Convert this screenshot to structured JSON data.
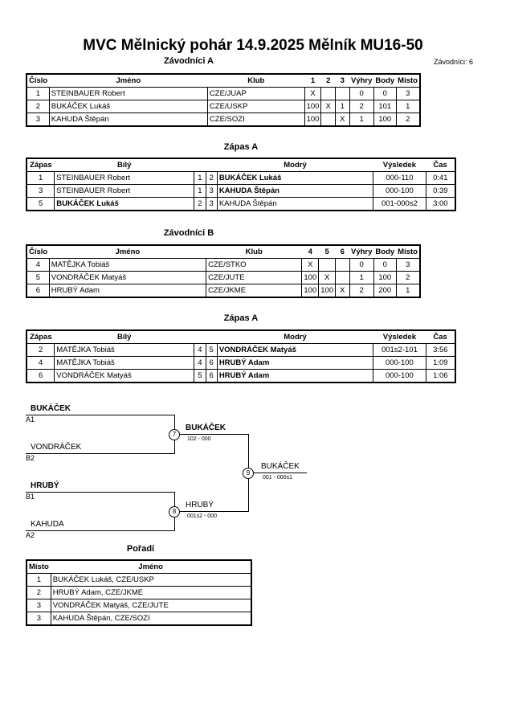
{
  "title": "MVC Mělnický pohár  14.9.2025  Mělník   MU16-50",
  "competitors_note": "Závodníci: 6",
  "pool_a": {
    "title": "Závodníci A",
    "headers": [
      "Číslo",
      "Jméno",
      "Klub",
      "1",
      "2",
      "3",
      "Výhry",
      "Body",
      "Místo"
    ],
    "rows": [
      {
        "num": "1",
        "name": "STEINBAUER Robert",
        "club": "CZE/JUAP",
        "r1": "X",
        "r2": "",
        "r3": "",
        "wins": "0",
        "points": "0",
        "place": "3"
      },
      {
        "num": "2",
        "name": "BUKÁČEK Lukáš",
        "club": "CZE/USKP",
        "r1": "100",
        "r2": "X",
        "r3": "1",
        "wins": "2",
        "points": "101",
        "place": "1"
      },
      {
        "num": "3",
        "name": "KAHUDA Štěpán",
        "club": "CZE/SOZI",
        "r1": "100",
        "r2": "",
        "r3": "X",
        "wins": "1",
        "points": "100",
        "place": "2"
      }
    ]
  },
  "matches_a": {
    "title": "Zápas A",
    "headers": [
      "Zápas",
      "Bílý",
      "",
      "",
      "Modrý",
      "Výsledek",
      "Čas"
    ],
    "rows": [
      {
        "match": "1",
        "white": "STEINBAUER Robert",
        "wn": "1",
        "bn": "2",
        "blue": "BUKÁČEK Lukáš",
        "result": "000-110",
        "time": "0:41",
        "winner": "blue"
      },
      {
        "match": "3",
        "white": "STEINBAUER Robert",
        "wn": "1",
        "bn": "3",
        "blue": "KAHUDA Štěpán",
        "result": "000-100",
        "time": "0:39",
        "winner": "blue"
      },
      {
        "match": "5",
        "white": "BUKÁČEK Lukáš",
        "wn": "2",
        "bn": "3",
        "blue": "KAHUDA Štěpán",
        "result": "001-000s2",
        "time": "3:00",
        "winner": "white"
      }
    ]
  },
  "pool_b": {
    "title": "Závodníci B",
    "headers": [
      "Číslo",
      "Jméno",
      "Klub",
      "4",
      "5",
      "6",
      "Výhry",
      "Body",
      "Místo"
    ],
    "rows": [
      {
        "num": "4",
        "name": "MATĚJKA Tobiáš",
        "club": "CZE/STKO",
        "r1": "X",
        "r2": "",
        "r3": "",
        "wins": "0",
        "points": "0",
        "place": "3"
      },
      {
        "num": "5",
        "name": "VONDRÁČEK Matyáš",
        "club": "CZE/JUTE",
        "r1": "100",
        "r2": "X",
        "r3": "",
        "wins": "1",
        "points": "100",
        "place": "2"
      },
      {
        "num": "6",
        "name": "HRUBÝ Adam",
        "club": "CZE/JKME",
        "r1": "100",
        "r2": "100",
        "r3": "X",
        "wins": "2",
        "points": "200",
        "place": "1"
      }
    ]
  },
  "matches_b": {
    "title": "Zápas A",
    "headers": [
      "Zápas",
      "Bílý",
      "",
      "",
      "Modrý",
      "Výsledek",
      "Čas"
    ],
    "rows": [
      {
        "match": "2",
        "white": "MATĚJKA Tobiáš",
        "wn": "4",
        "bn": "5",
        "blue": "VONDRÁČEK Matyáš",
        "result": "001s2-101",
        "time": "3:56",
        "winner": "blue"
      },
      {
        "match": "4",
        "white": "MATĚJKA Tobiáš",
        "wn": "4",
        "bn": "6",
        "blue": "HRUBÝ Adam",
        "result": "000-100",
        "time": "1:09",
        "winner": "blue"
      },
      {
        "match": "6",
        "white": "VONDRÁČEK Matyáš",
        "wn": "5",
        "bn": "6",
        "blue": "HRUBÝ Adam",
        "result": "000-100",
        "time": "1:06",
        "winner": "blue"
      }
    ]
  },
  "bracket": {
    "sf1_top": "BUKÁČEK",
    "sf1_top_seed": "A1",
    "sf1_bottom": "VONDRÁČEK",
    "sf1_bottom_seed": "B2",
    "sf1_node": "7",
    "sf1_winner": "BUKÁČEK",
    "sf1_score": "102 - 000",
    "sf2_top": "HRUBÝ",
    "sf2_top_seed": "B1",
    "sf2_bottom": "KAHUDA",
    "sf2_bottom_seed": "A2",
    "sf2_node": "8",
    "sf2_winner": "HRUBÝ",
    "sf2_score": "001s2 - 000",
    "final_node": "9",
    "final_winner": "BUKÁČEK",
    "final_score": "001 - 000s1"
  },
  "ranking": {
    "title": "Pořadí",
    "headers": [
      "Místo",
      "Jméno"
    ],
    "rows": [
      {
        "place": "1",
        "name": "BUKÁČEK Lukáš, CZE/USKP"
      },
      {
        "place": "2",
        "name": "HRUBÝ Adam, CZE/JKME"
      },
      {
        "place": "3",
        "name": "VONDRÁČEK Matyáš, CZE/JUTE"
      },
      {
        "place": "3",
        "name": "KAHUDA Štěpán, CZE/SOZI"
      }
    ]
  }
}
